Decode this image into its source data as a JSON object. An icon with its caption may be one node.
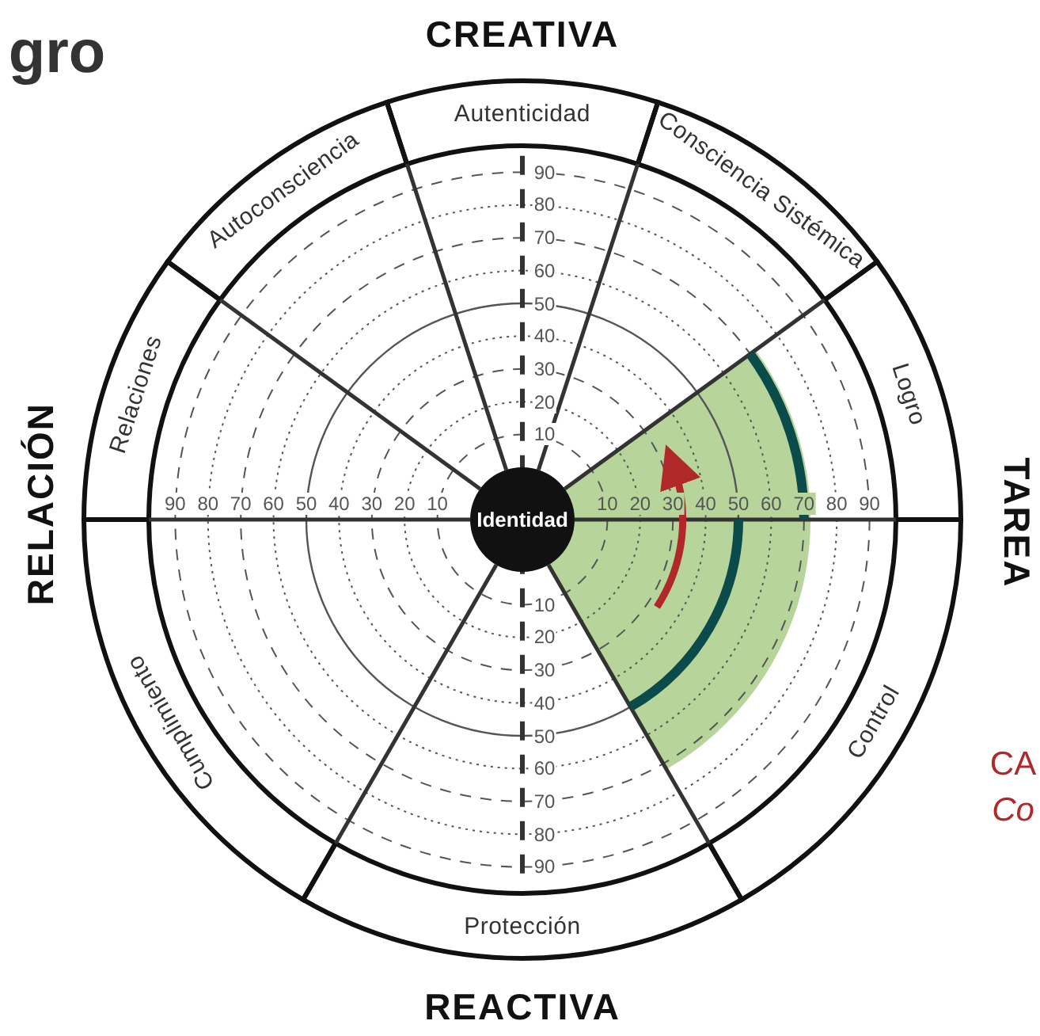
{
  "diagram": {
    "nodes": [
      {
        "text": [
          "Autenticidad"
        ]
      },
      {
        "text": [
          "Consciencia Sistémica"
        ]
      },
      {
        "text": [
          "Logro"
        ]
      },
      {
        "text": [
          "Control"
        ]
      },
      {
        "text": [
          "Protección"
        ]
      },
      {
        "text": [
          "Cumplimiento"
        ]
      },
      {
        "text": [
          "Relaciones"
        ]
      },
      {
        "text": [
          "Autoconsciencia"
        ]
      },
      {
        "text": [
          "Identidad"
        ]
      }
    ],
    "edges": [],
    "labels": [
      "gro",
      "CREATIVA",
      "90",
      "80",
      "70",
      "60",
      "50",
      "40",
      "30",
      "20",
      "10",
      "RELACIÓN",
      "90",
      "80",
      "70",
      "60",
      "50",
      "40",
      "30",
      "20",
      "10",
      "10",
      "20",
      "30",
      "40",
      "50",
      "60",
      "70",
      "80",
      "90",
      "TAREA",
      "10",
      "20",
      "30",
      "40",
      "50",
      "60",
      "70",
      "80",
      "90",
      "CA",
      "Co",
      "REACTIVA"
    ]
  }
}
